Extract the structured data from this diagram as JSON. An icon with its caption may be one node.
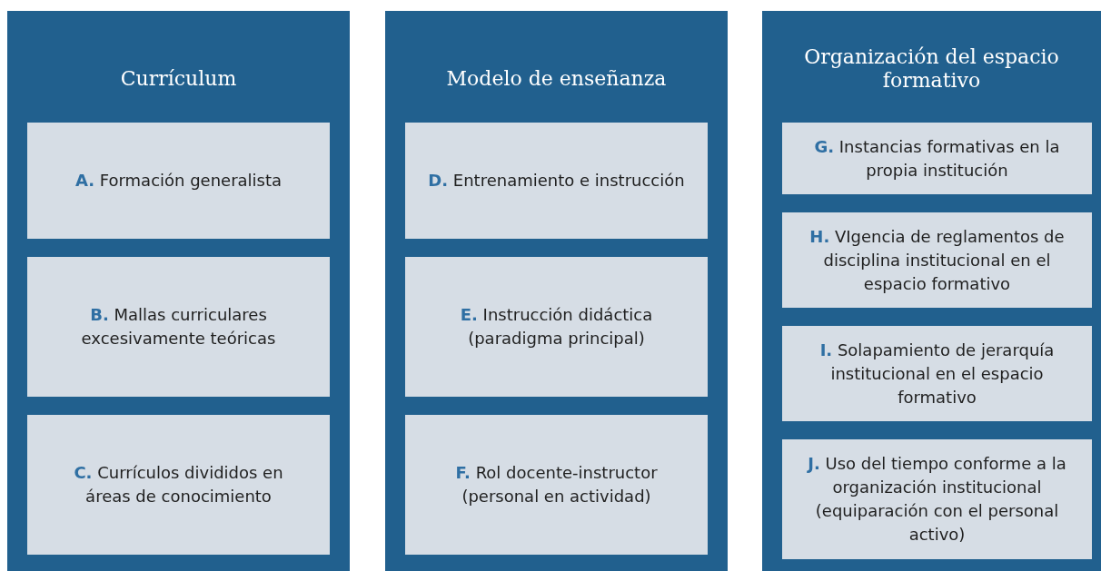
{
  "diagram": {
    "nodes": [
      {
        "text": [
          "Currículum"
        ]
      },
      {
        "text": [
          "**A.** Formación generalista"
        ],
        "in": 0
      },
      {
        "text": [
          "**B.** Mallas curriculares excesivamente teóricas"
        ],
        "in": 0
      },
      {
        "text": [
          "**C.** Currículos divididos en áreas de conocimiento"
        ],
        "in": 0
      },
      {
        "text": [
          "Modelo de enseñanza"
        ]
      },
      {
        "text": [
          "**D.** Entrenamiento e instrucción"
        ],
        "in": 4
      },
      {
        "text": [
          "**E.** Instrucción didáctica (paradigma principal)"
        ],
        "in": 4
      },
      {
        "text": [
          "**F.** Rol docente-instructor (personal en actividad)"
        ],
        "in": 4
      },
      {
        "text": [
          "Organización del espacio formativo"
        ]
      },
      {
        "text": [
          "**G.** Instancias formativas en la propia institución"
        ],
        "in": 8
      },
      {
        "text": [
          "**H.** VIgencia de reglamentos de disciplina institucional en el espacio formativo"
        ],
        "in": 8
      },
      {
        "text": [
          "**I.** Solapamiento de jerarquía institucional en el espacio formativo"
        ],
        "in": 8
      },
      {
        "text": [
          "**J.** Uso del tiempo conforme a la organización institucional (equiparación con el personal activo)"
        ],
        "in": 8
      }
    ]
  }
}
